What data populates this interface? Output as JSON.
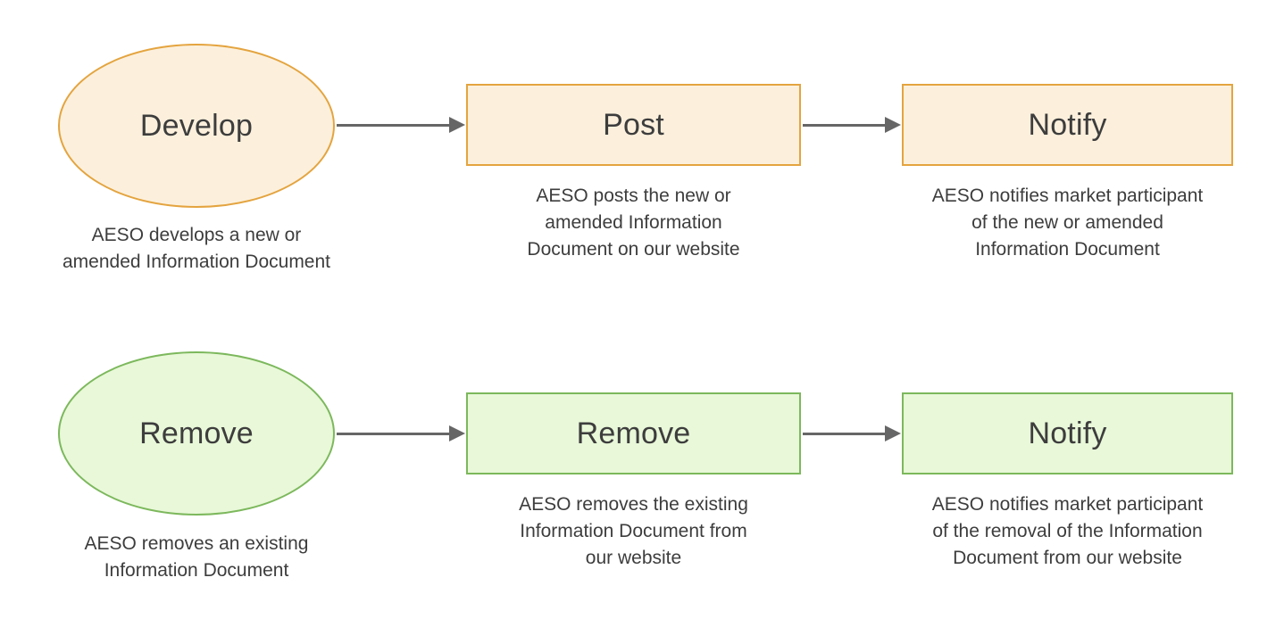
{
  "title": "AESO Information Document process flowchart",
  "colors": {
    "orange_border": "#e4a43f",
    "orange_fill": "#fcf0dc",
    "green_border": "#7cb85c",
    "green_fill": "#e8f8d8",
    "arrow": "#666666",
    "text": "#3d3d3d"
  },
  "rows": [
    {
      "name": "develop-flow",
      "theme": "orange",
      "nodes": [
        {
          "type": "ellipse",
          "label": "Develop",
          "caption": "AESO develops a new or\namended Information Document"
        },
        {
          "type": "rect",
          "label": "Post",
          "caption": "AESO posts the new or\namended Information\nDocument on our website"
        },
        {
          "type": "rect",
          "label": "Notify",
          "caption": "AESO notifies market participant\nof the new or amended\nInformation Document"
        }
      ]
    },
    {
      "name": "remove-flow",
      "theme": "green",
      "nodes": [
        {
          "type": "ellipse",
          "label": "Remove",
          "caption": "AESO removes an existing\nInformation Document"
        },
        {
          "type": "rect",
          "label": "Remove",
          "caption": "AESO removes the existing\nInformation Document from\nour website"
        },
        {
          "type": "rect",
          "label": "Notify",
          "caption": "AESO notifies market participant\nof the removal of the Information\nDocument from our website"
        }
      ]
    }
  ]
}
